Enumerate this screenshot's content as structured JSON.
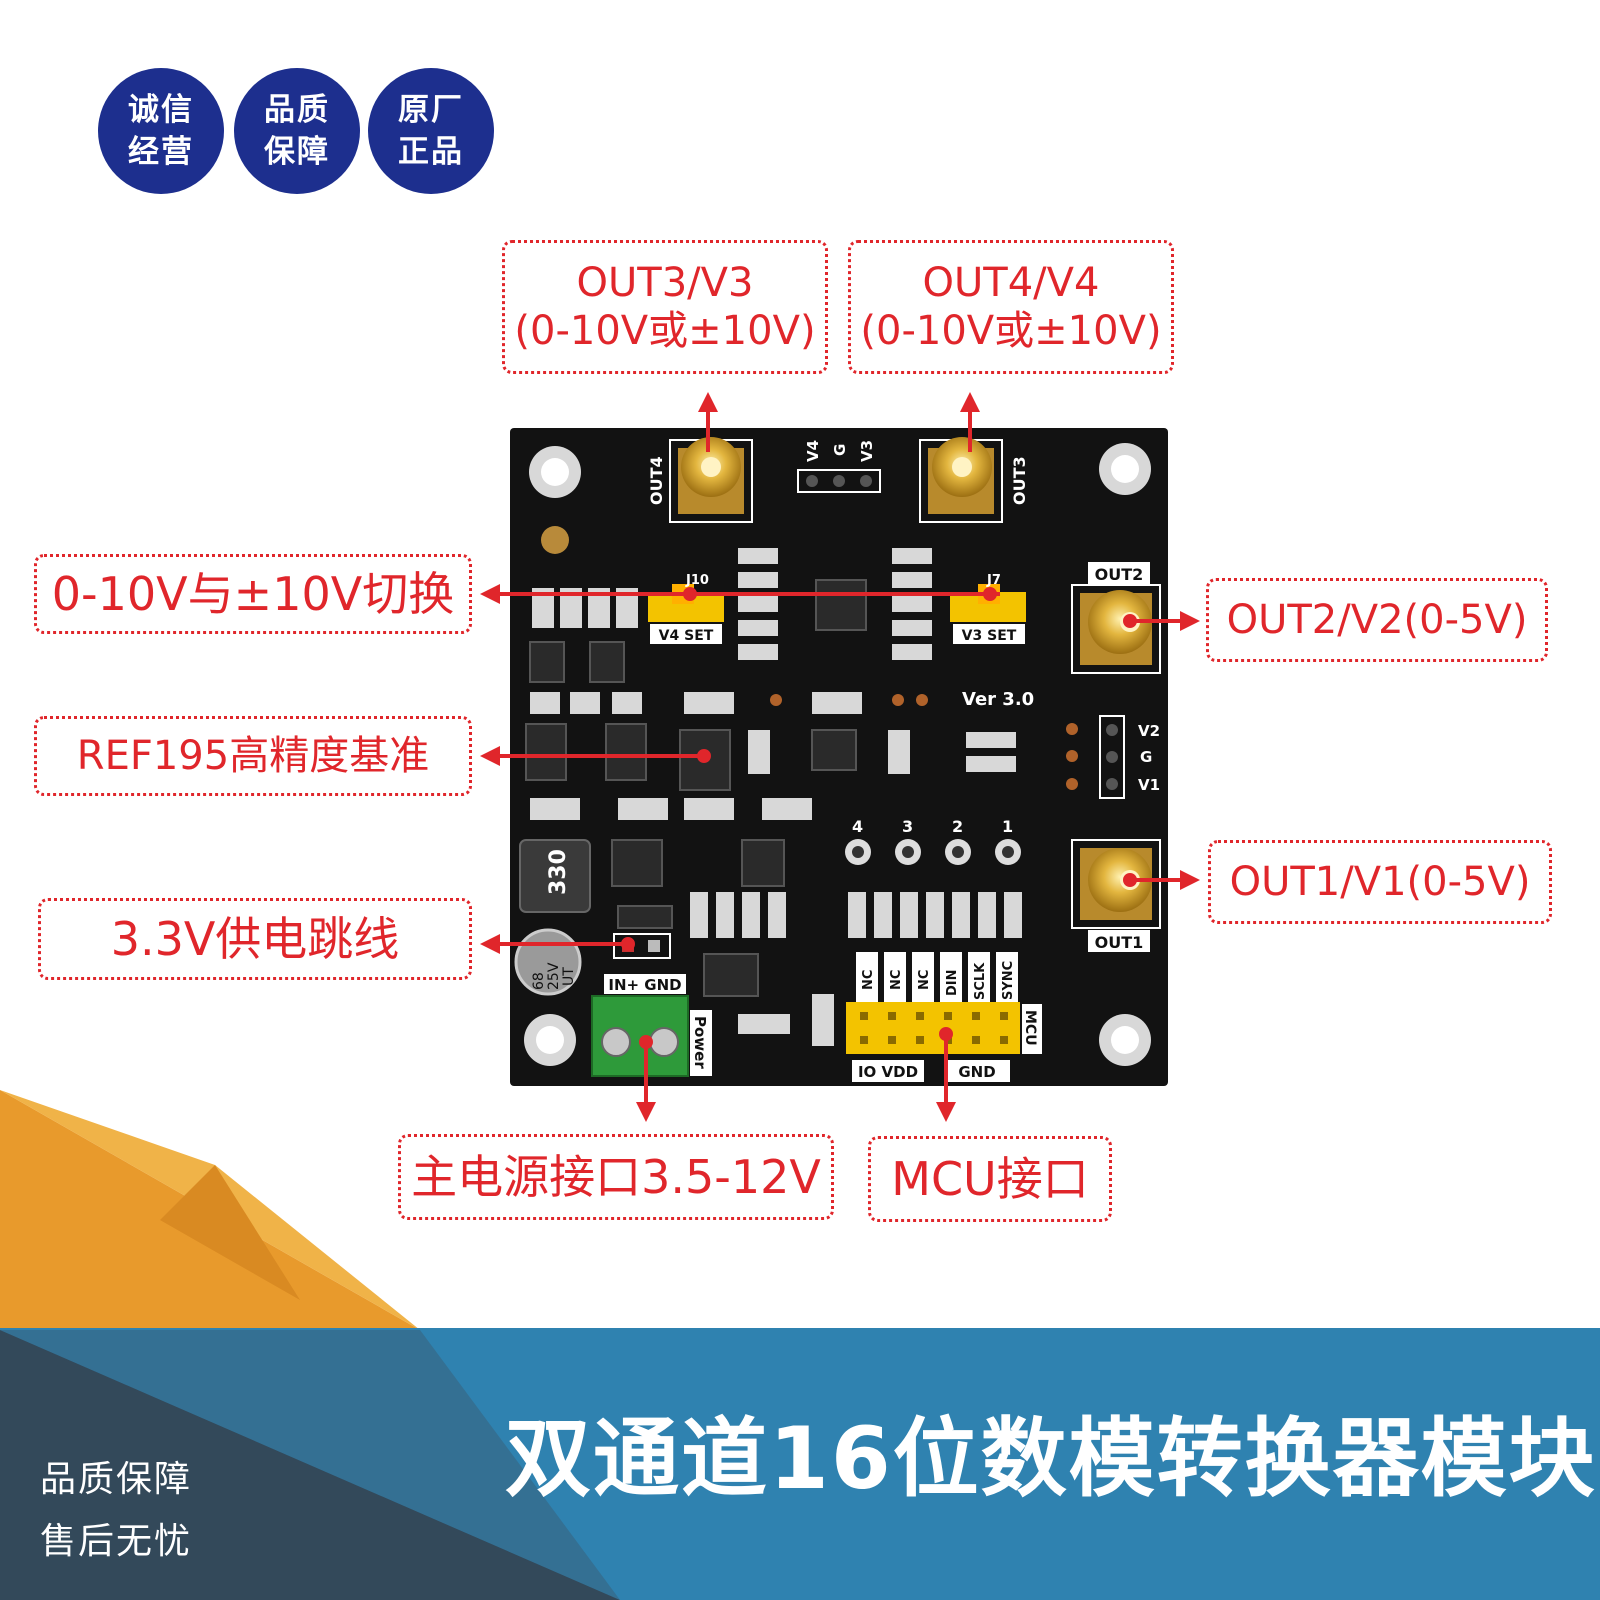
{
  "badges": [
    {
      "line1": "诚信",
      "line2": "经营"
    },
    {
      "line1": "品质",
      "line2": "保障"
    },
    {
      "line1": "原厂",
      "line2": "正品"
    }
  ],
  "callouts": {
    "out3": {
      "line1": "OUT3/V3",
      "line2": "(0-10V或±10V)"
    },
    "out4": {
      "line1": "OUT4/V4",
      "line2": "(0-10V或±10V)"
    },
    "switch": "0-10V与±10V切换",
    "out2": "OUT2/V2(0-5V)",
    "ref": "REF195高精度基准",
    "out1": "OUT1/V1(0-5V)",
    "jumper": "3.3V供电跳线",
    "power": "主电源接口3.5-12V",
    "mcu": "MCU接口"
  },
  "board": {
    "sma_out4": "OUT4",
    "sma_out3": "OUT3",
    "sma_out2": "OUT2",
    "sma_out1": "OUT1",
    "hdr_top": [
      "V4",
      "G",
      "V3"
    ],
    "j10": "J10",
    "j7": "J7",
    "v4set": "V4 SET",
    "v3set": "V3 SET",
    "version": "Ver 3.0",
    "hdr_right": [
      "V2",
      "G",
      "V1"
    ],
    "pads": [
      "4",
      "3",
      "2",
      "1"
    ],
    "inductor": "330",
    "cap": [
      "68",
      "25V",
      "UT"
    ],
    "in_gnd": "IN+ GND",
    "power": "Power",
    "mcu_pins": [
      "NC",
      "NC",
      "NC",
      "DIN",
      "SCLK",
      "SYNC"
    ],
    "mcu": "MCU",
    "io_vdd": "IO VDD",
    "gnd": "GND"
  },
  "footer": {
    "title": "双通道16位数模转换器模块",
    "slogan1": "品质保障",
    "slogan2": "售后无忧"
  },
  "colors": {
    "badge": "#1d2f8e",
    "callout": "#e0262b",
    "pcb": "#111111",
    "footer_blue": "#2f82b0",
    "orange": "#e8a033"
  }
}
